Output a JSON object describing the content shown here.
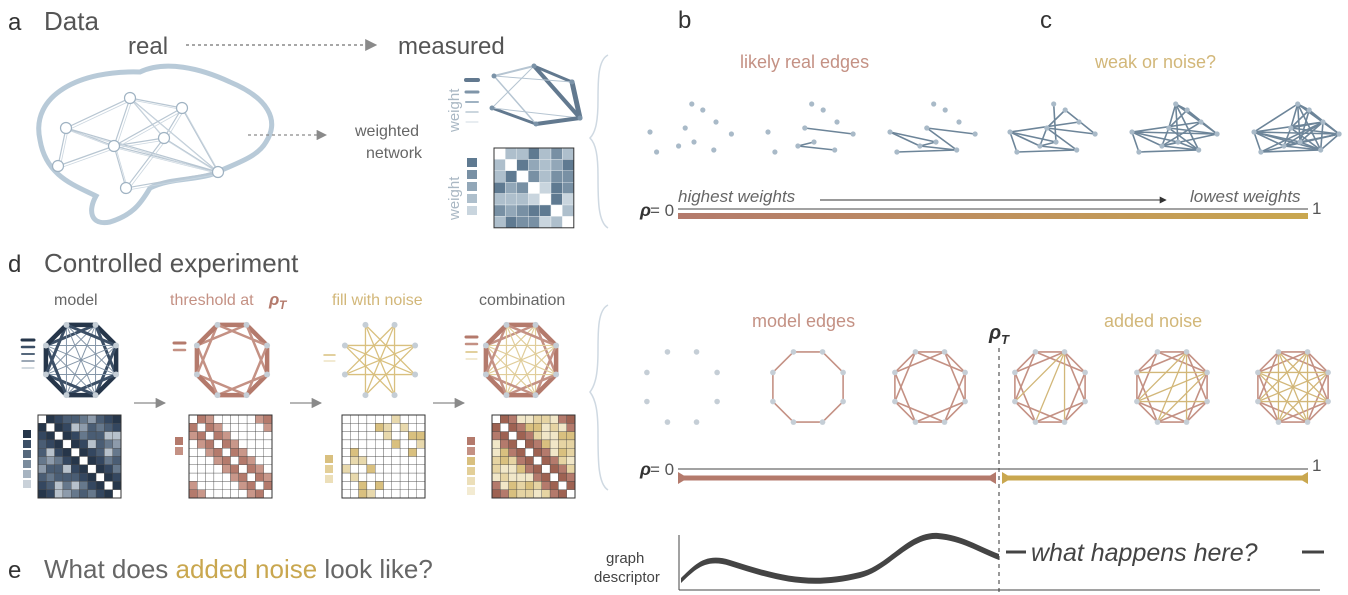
{
  "panels": {
    "a": {
      "letter": "a",
      "title": "Data"
    },
    "b": {
      "letter": "b"
    },
    "c": {
      "letter": "c"
    },
    "d": {
      "letter": "d",
      "title": "Controlled experiment"
    },
    "e": {
      "letter": "e",
      "q_prefix": "What does ",
      "q_highlight": "added noise",
      "q_suffix": " look like?"
    }
  },
  "data_panel": {
    "real": "real",
    "measured": "measured",
    "weighted": "weighted",
    "network": "network",
    "weight": "weight"
  },
  "top_strip": {
    "real_edges": "likely real edges",
    "weak_noise": "weak or noise?",
    "rho_label": "ρ",
    "rho_zero": " = 0",
    "highest": "highest weights",
    "lowest": "lowest weights",
    "one": "1"
  },
  "experiment": {
    "steps": [
      "model",
      "threshold at ",
      "fill with noise",
      "combination"
    ],
    "rho_t": "ρ",
    "t_sub": "T"
  },
  "bottom_strip": {
    "model_edges": "model edges",
    "added_noise": "added noise",
    "rho_label": "ρ",
    "rho_zero": " = 0",
    "one": "1",
    "rho_t": "ρ",
    "t_sub": "T"
  },
  "descriptor": {
    "line1": "graph",
    "line2": "descriptor",
    "question": "what happens here?"
  },
  "colors": {
    "blue_grey": "#5f7a91",
    "light_blue": "#aac0d0",
    "rose": "#b47a6c",
    "gold": "#c9a74f",
    "navy": "#26364a",
    "node": "#b7c4cf",
    "brain_outline": "#b8cad8"
  }
}
